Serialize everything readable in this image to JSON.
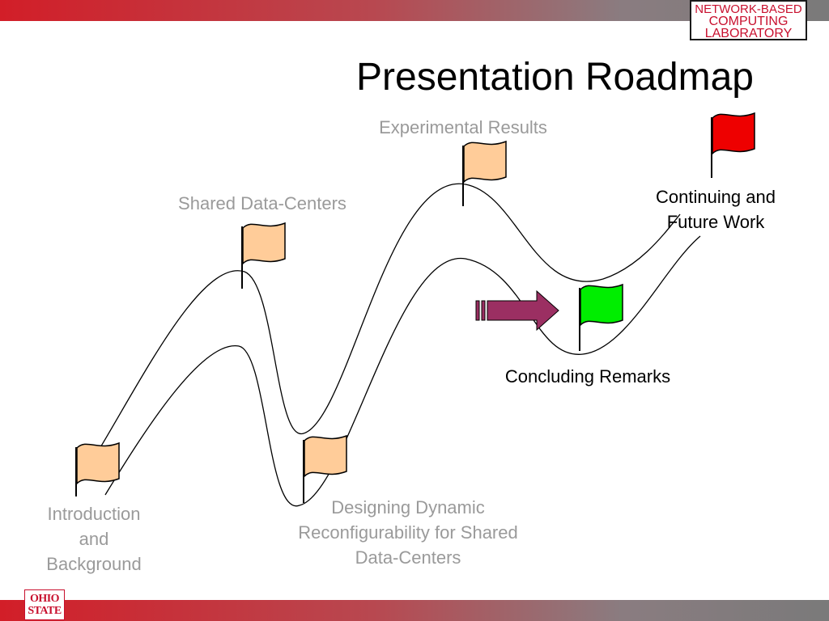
{
  "header": {
    "title": "Presentation Roadmap",
    "lab_logo": [
      "NETWORK-BASED",
      "COMPUTING",
      "LABORATORY"
    ]
  },
  "footer": {
    "university_logo": [
      "OHIO",
      "STATE"
    ]
  },
  "roadmap": {
    "milestones": [
      {
        "label": "Introduction and Background",
        "lines": [
          "Introduction",
          "and",
          "Background"
        ],
        "status": "completed",
        "flag_color": "#ffcc99"
      },
      {
        "label": "Shared Data-Centers",
        "status": "completed",
        "flag_color": "#ffcc99"
      },
      {
        "label": "Designing Dynamic Reconfigurability for Shared Data-Centers",
        "lines": [
          "Designing Dynamic",
          "Reconfigurability for Shared",
          "Data-Centers"
        ],
        "status": "completed",
        "flag_color": "#ffcc99"
      },
      {
        "label": "Experimental Results",
        "status": "completed",
        "flag_color": "#ffcc99"
      },
      {
        "label": "Concluding Remarks",
        "status": "current",
        "flag_color": "#00ee00"
      },
      {
        "label": "Continuing and Future Work",
        "lines": [
          "Continuing and",
          "Future Work"
        ],
        "status": "upcoming",
        "flag_color": "#ee0000"
      }
    ],
    "current_marker_color": "#9b2f62"
  }
}
